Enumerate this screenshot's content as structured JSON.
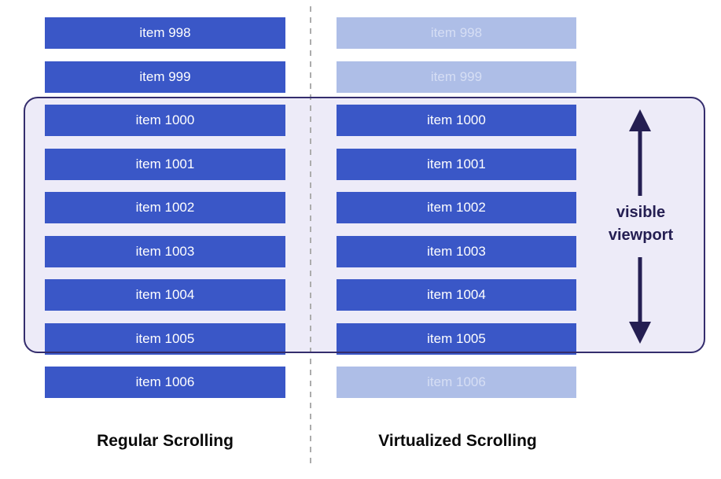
{
  "diagram": {
    "columns": [
      {
        "id": "regular",
        "label": "Regular Scrolling",
        "items": [
          {
            "label": "item 998",
            "faded": false
          },
          {
            "label": "item 999",
            "faded": false
          },
          {
            "label": "item 1000",
            "faded": false
          },
          {
            "label": "item 1001",
            "faded": false
          },
          {
            "label": "item 1002",
            "faded": false
          },
          {
            "label": "item 1003",
            "faded": false
          },
          {
            "label": "item 1004",
            "faded": false
          },
          {
            "label": "item 1005",
            "faded": false
          },
          {
            "label": "item 1006",
            "faded": false
          }
        ]
      },
      {
        "id": "virtualized",
        "label": "Virtualized Scrolling",
        "items": [
          {
            "label": "item 998",
            "faded": true
          },
          {
            "label": "item 999",
            "faded": true
          },
          {
            "label": "item 1000",
            "faded": false
          },
          {
            "label": "item 1001",
            "faded": false
          },
          {
            "label": "item 1002",
            "faded": false
          },
          {
            "label": "item 1003",
            "faded": false
          },
          {
            "label": "item 1004",
            "faded": false
          },
          {
            "label": "item 1005",
            "faded": false
          },
          {
            "label": "item 1006",
            "faded": true
          }
        ]
      }
    ],
    "viewport": {
      "label": "visible viewport",
      "arrow_icon": "double-headed-vertical-arrow"
    },
    "colors": {
      "item_solid": "#3A57C7",
      "item_faded": "#AEBEE7",
      "item_text": "#FFFFFF",
      "item_faded_text": "#D6DEF4",
      "viewport_fill": "#EDEBF8",
      "viewport_border": "#342D6D",
      "arrow": "#241E52",
      "divider": "#ACACAC",
      "label_text": "#0A0A0A"
    }
  }
}
